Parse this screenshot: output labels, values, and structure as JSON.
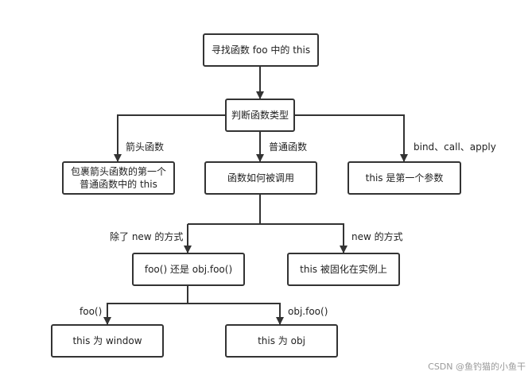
{
  "nodes": {
    "find_this": "寻找函数 foo 中的 this",
    "judge_type": "判断函数类型",
    "arrow_this": "包裹箭头函数的第一个\n普通函数中的 this",
    "how_called": "函数如何被调用",
    "bind_this": "this 是第一个参数",
    "foo_or_obj": "foo() 还是 obj.foo()",
    "new_fixed": "this 被固化在实例上",
    "this_window": "this 为 window",
    "this_obj": "this 为 obj"
  },
  "edge_labels": {
    "arrow_fn": "箭头函数",
    "normal_fn": "普通函数",
    "bind_call_apply": "bind、call、apply",
    "not_new": "除了 new 的方式",
    "new_way": "new 的方式",
    "foo_call": "foo()",
    "obj_foo_call": "obj.foo()"
  },
  "watermark": "CSDN @鱼钓猫的小鱼干"
}
